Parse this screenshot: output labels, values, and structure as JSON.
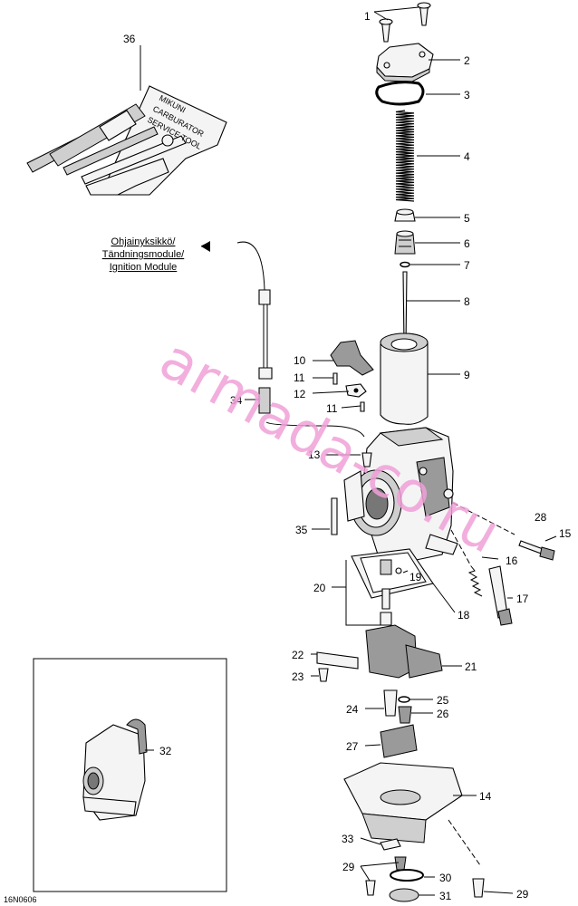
{
  "diagram": {
    "ignition_module_label": [
      "Ohjainyksikkö/",
      "Tändningsmodule/",
      "Ignition Module"
    ],
    "tool_text": [
      "MIKUNI",
      "CARBURATOR",
      "SERVICE TOOL"
    ],
    "figure_code": "16N0606",
    "watermark": "armada-co.ru",
    "callouts": [
      {
        "id": "c1",
        "text": "1"
      },
      {
        "id": "c2",
        "text": "2"
      },
      {
        "id": "c3",
        "text": "3"
      },
      {
        "id": "c4",
        "text": "4"
      },
      {
        "id": "c5",
        "text": "5"
      },
      {
        "id": "c6",
        "text": "6"
      },
      {
        "id": "c7",
        "text": "7"
      },
      {
        "id": "c8",
        "text": "8"
      },
      {
        "id": "c9",
        "text": "9"
      },
      {
        "id": "c10",
        "text": "10"
      },
      {
        "id": "c11a",
        "text": "11"
      },
      {
        "id": "c11b",
        "text": "11"
      },
      {
        "id": "c12",
        "text": "12"
      },
      {
        "id": "c13",
        "text": "13"
      },
      {
        "id": "c14",
        "text": "14"
      },
      {
        "id": "c15",
        "text": "15"
      },
      {
        "id": "c16",
        "text": "16"
      },
      {
        "id": "c17",
        "text": "17"
      },
      {
        "id": "c18",
        "text": "18"
      },
      {
        "id": "c19",
        "text": "19"
      },
      {
        "id": "c20",
        "text": "20"
      },
      {
        "id": "c21",
        "text": "21"
      },
      {
        "id": "c22",
        "text": "22"
      },
      {
        "id": "c23",
        "text": "23"
      },
      {
        "id": "c24",
        "text": "24"
      },
      {
        "id": "c25",
        "text": "25"
      },
      {
        "id": "c26",
        "text": "26"
      },
      {
        "id": "c27",
        "text": "27"
      },
      {
        "id": "c28",
        "text": "28"
      },
      {
        "id": "c29a",
        "text": "29"
      },
      {
        "id": "c29b",
        "text": "29"
      },
      {
        "id": "c30",
        "text": "30"
      },
      {
        "id": "c31",
        "text": "31"
      },
      {
        "id": "c32",
        "text": "32"
      },
      {
        "id": "c33",
        "text": "33"
      },
      {
        "id": "c34",
        "text": "34"
      },
      {
        "id": "c35",
        "text": "35"
      },
      {
        "id": "c36",
        "text": "36"
      }
    ]
  }
}
